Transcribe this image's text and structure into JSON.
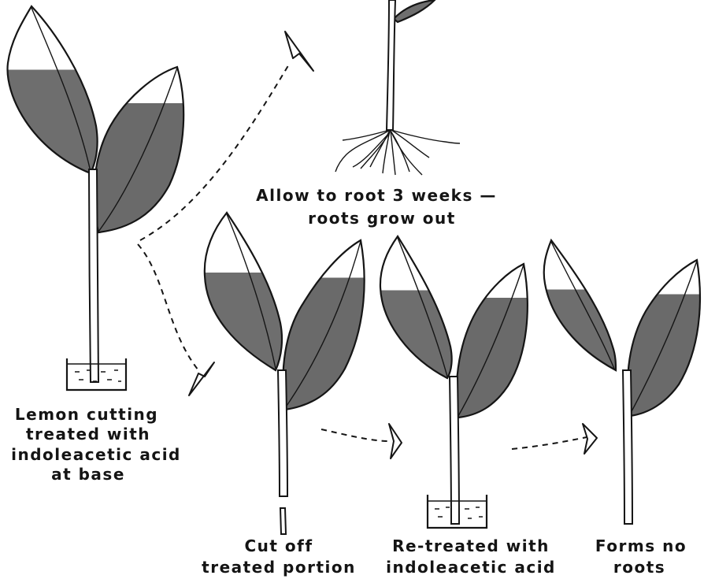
{
  "captions": {
    "rooted": [
      "Allow to root 3 weeks —",
      "roots grow out"
    ],
    "treated": [
      "Lemon cutting",
      "treated   with",
      "indoleacetic acid",
      "at base"
    ],
    "cut": [
      "Cut off",
      "treated portion"
    ],
    "retreated": [
      "Re-treated with",
      "indoleacetic acid"
    ],
    "result": [
      "Forms   no",
      "roots"
    ]
  },
  "colors": {
    "ink": "#151515",
    "leaf_shade": "#6e6e6e",
    "leaf_light": "#ffffff",
    "solution": "#ffffff"
  }
}
